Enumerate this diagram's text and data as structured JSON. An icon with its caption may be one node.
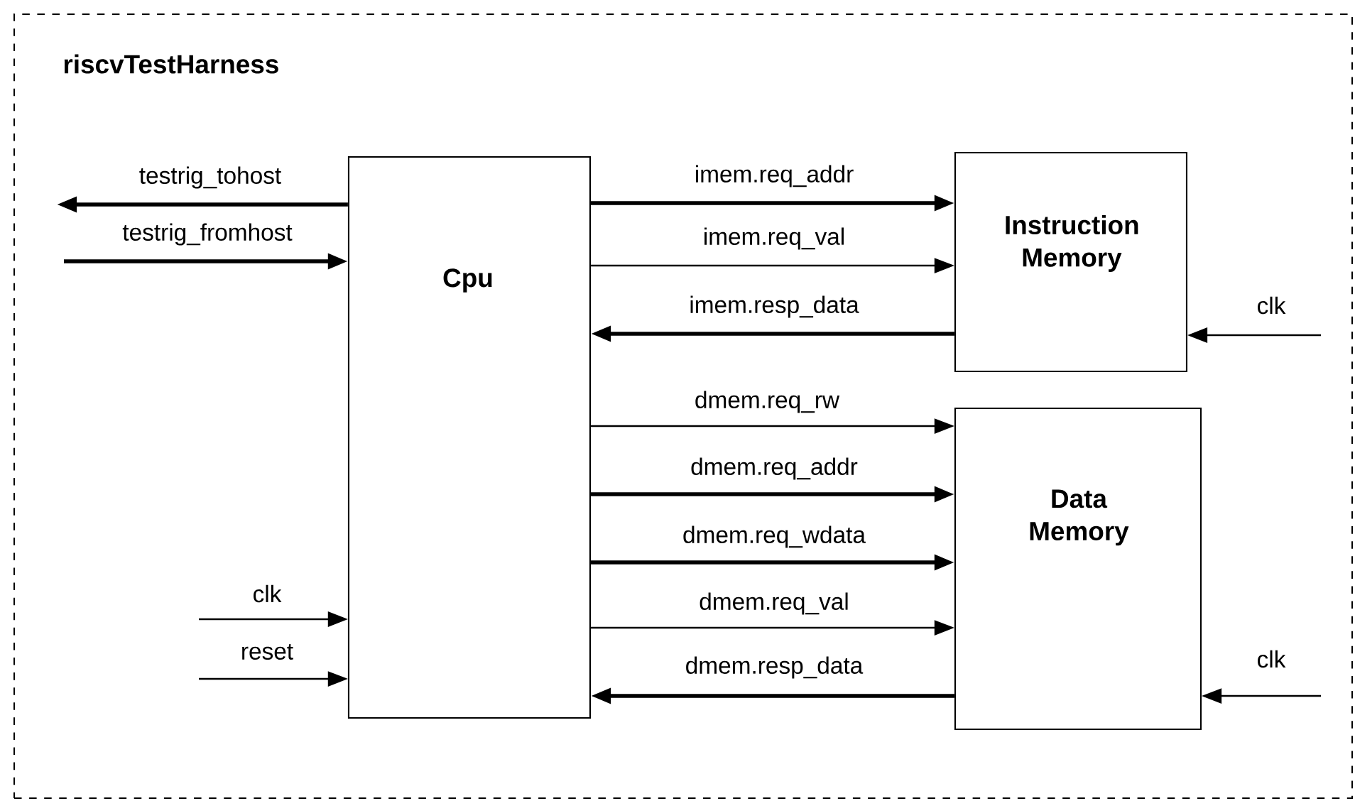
{
  "diagram": {
    "nodes": [
      {
        "text": [
          "riscvTestHarness"
        ]
      },
      {
        "text": [
          "Cpu"
        ],
        "in": 0
      },
      {
        "text": [
          "Instruction Memory"
        ],
        "in": 0
      },
      {
        "text": [
          "Data Memory"
        ],
        "in": 0
      }
    ],
    "edges": [
      {
        "from": 1,
        "to": null,
        "arrow": "to",
        "label": "testrig_tohost",
        "style": "thick"
      },
      {
        "from": null,
        "to": 1,
        "arrow": "to",
        "label": "testrig_fromhost",
        "style": "thick"
      },
      {
        "from": 1,
        "to": 2,
        "arrow": "to",
        "label": "imem.req_addr",
        "style": "thick"
      },
      {
        "from": 1,
        "to": 2,
        "arrow": "to",
        "label": "imem.req_val"
      },
      {
        "from": 2,
        "to": 1,
        "arrow": "to",
        "label": "imem.resp_data",
        "style": "thick"
      },
      {
        "from": null,
        "to": 2,
        "arrow": "to",
        "label": "clk"
      },
      {
        "from": 1,
        "to": 3,
        "arrow": "to",
        "label": "dmem.req_rw"
      },
      {
        "from": 1,
        "to": 3,
        "arrow": "to",
        "label": "dmem.req_addr",
        "style": "thick"
      },
      {
        "from": 1,
        "to": 3,
        "arrow": "to",
        "label": "dmem.req_wdata",
        "style": "thick"
      },
      {
        "from": 1,
        "to": 3,
        "arrow": "to",
        "label": "dmem.req_val"
      },
      {
        "from": 3,
        "to": 1,
        "arrow": "to",
        "label": "dmem.resp_data",
        "style": "thick"
      },
      {
        "from": null,
        "to": 3,
        "arrow": "to",
        "label": "clk"
      },
      {
        "from": null,
        "to": 1,
        "arrow": "to",
        "label": "clk"
      },
      {
        "from": null,
        "to": 1,
        "arrow": "to",
        "label": "reset"
      }
    ]
  }
}
